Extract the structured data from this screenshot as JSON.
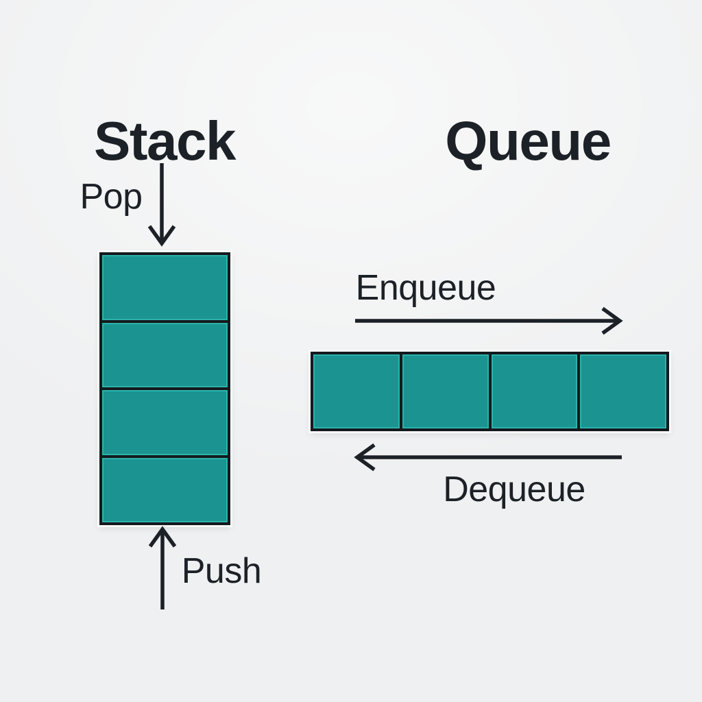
{
  "page": {
    "background": "#eff0f1"
  },
  "colors": {
    "bg": "#eff0f1",
    "ink": "#1c2127",
    "cell_fill": "#1b9391",
    "cell_highlight": "#2ab3ac",
    "cell_border": "#15191d",
    "halo": "#fafbfb"
  },
  "stack": {
    "title": "Stack",
    "pop_label": "Pop",
    "push_label": "Push",
    "cell_count": 4
  },
  "queue": {
    "title": "Queue",
    "enqueue_label": "Enqueue",
    "dequeue_label": "Dequeue",
    "cell_count": 4
  }
}
